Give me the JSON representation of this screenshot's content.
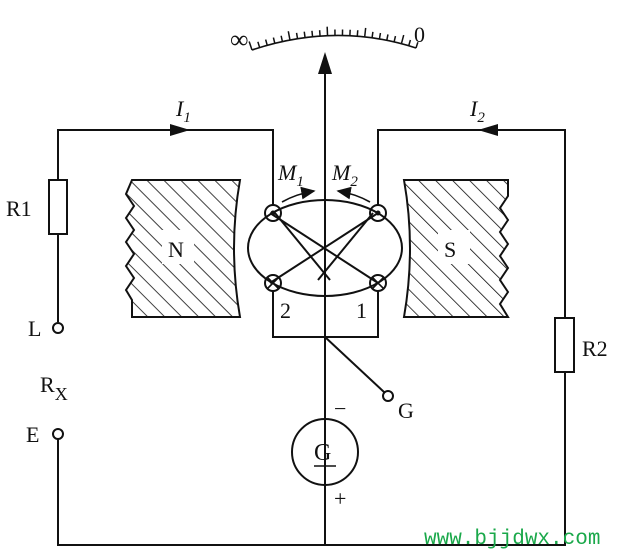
{
  "labels": {
    "scale_inf": "∞",
    "scale_zero": "0",
    "i1": "I",
    "i1_sub": "1",
    "i2": "I",
    "i2_sub": "2",
    "m1": "M",
    "m1_sub": "1",
    "m2": "M",
    "m2_sub": "2",
    "r1": "R1",
    "r2": "R2",
    "magnet_n": "N",
    "magnet_s": "S",
    "coil_2": "2",
    "coil_1": "1",
    "terminal_l": "L",
    "rx": "R",
    "rx_sub": "X",
    "terminal_e": "E",
    "terminal_g": "G",
    "generator": "G",
    "minus": "−",
    "plus": "+",
    "watermark": "www.bjjdwx.com"
  }
}
